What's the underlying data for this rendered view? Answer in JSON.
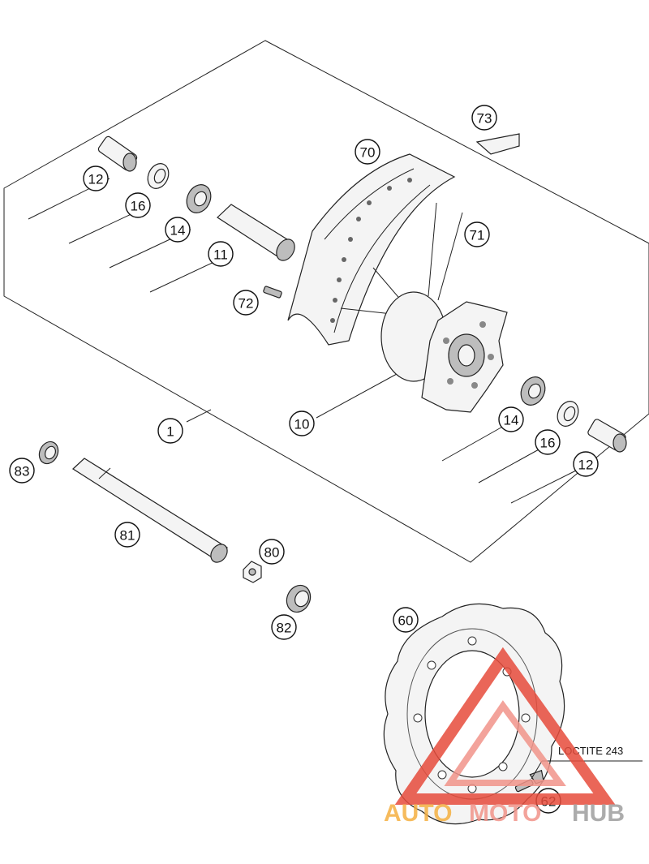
{
  "diagram": {
    "callouts": [
      {
        "id": "c73",
        "label": "73"
      },
      {
        "id": "c70",
        "label": "70"
      },
      {
        "id": "c12a",
        "label": "12"
      },
      {
        "id": "c16a",
        "label": "16"
      },
      {
        "id": "c14a",
        "label": "14"
      },
      {
        "id": "c11",
        "label": "11"
      },
      {
        "id": "c71",
        "label": "71"
      },
      {
        "id": "c72",
        "label": "72"
      },
      {
        "id": "c1",
        "label": "1"
      },
      {
        "id": "c10",
        "label": "10"
      },
      {
        "id": "c14b",
        "label": "14"
      },
      {
        "id": "c16b",
        "label": "16"
      },
      {
        "id": "c12b",
        "label": "12"
      },
      {
        "id": "c83",
        "label": "83"
      },
      {
        "id": "c81",
        "label": "81"
      },
      {
        "id": "c80",
        "label": "80"
      },
      {
        "id": "c82",
        "label": "82"
      },
      {
        "id": "c60",
        "label": "60"
      },
      {
        "id": "c62",
        "label": "62"
      }
    ],
    "note": "LOCTITE 243"
  },
  "watermark": {
    "part1": "AUTO",
    "part2": "MOTO",
    "part3": "HUB",
    "colors": {
      "auto": "#f5b041",
      "moto": "#f1948a",
      "hub": "#9e9e9e",
      "triangle": "#e74c3c"
    }
  }
}
